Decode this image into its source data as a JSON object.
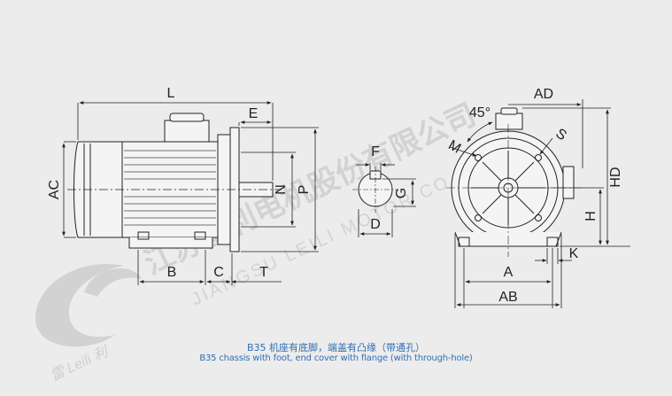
{
  "colors": {
    "background": "#ececec",
    "drawing": "#222222",
    "caption": "#2f6fb3",
    "watermark": "#bdbdbd"
  },
  "dimensions": {
    "L": "L",
    "E": "E",
    "AC": "AC",
    "F": "F",
    "G": "G",
    "D": "D",
    "N": "N",
    "P": "P",
    "B": "B",
    "C": "C",
    "T": "T",
    "AD": "AD",
    "angle": "45°",
    "S": "S",
    "M": "M",
    "HD": "HD",
    "H": "H",
    "K": "K",
    "A": "A",
    "AB": "AB"
  },
  "watermark": {
    "company_cn": "江苏雷利电机股份有限公司",
    "company_en": "JIANGSU LEILI MOTOR CO., LTD",
    "logo_text": "雷 Leili 利"
  },
  "caption": {
    "cn": "B35 机座有底脚，端盖有凸缘（带通孔）",
    "en": "B35 chassis with foot, end cover with flange (with through-hole)"
  }
}
